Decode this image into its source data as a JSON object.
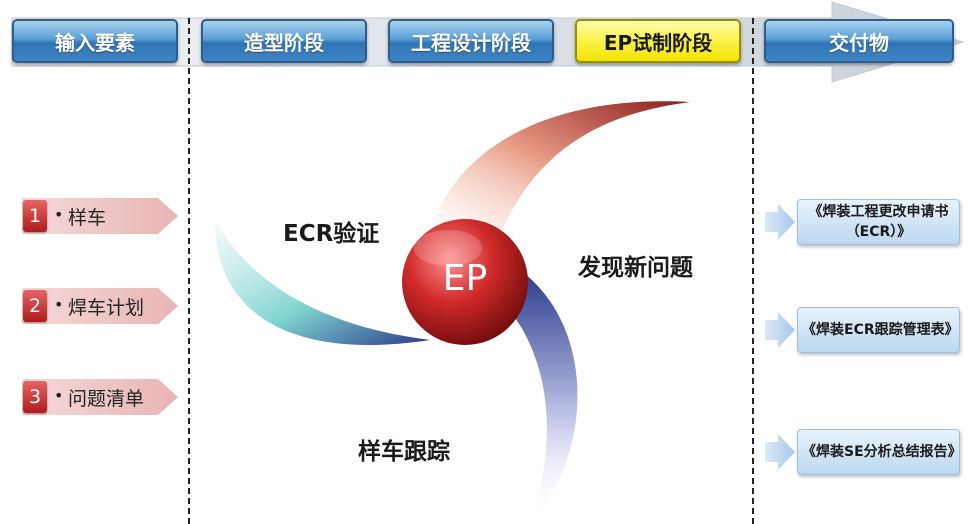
{
  "phases": [
    {
      "label": "输入要素",
      "color": "blue"
    },
    {
      "label": "造型阶段",
      "color": "blue"
    },
    {
      "label": "工程设计阶段",
      "color": "blue"
    },
    {
      "label": "EP试制阶段",
      "color": "yellow"
    },
    {
      "label": "交付物",
      "color": "blue"
    }
  ],
  "inputs": [
    {
      "num": "1",
      "label": "样车"
    },
    {
      "num": "2",
      "label": "焊车计划"
    },
    {
      "num": "3",
      "label": "问题清单"
    }
  ],
  "bullet": "•",
  "cycle": {
    "center": "EP",
    "steps": [
      "ECR验证",
      "发现新问题",
      "样车跟踪"
    ]
  },
  "deliverables": [
    "《焊装工程更改申请书（ECR）》",
    "《焊装ECR跟踪管理表》",
    "《焊装SE分析总结报告》"
  ],
  "colors": {
    "phase_blue": "#3e85c6",
    "phase_yellow": "#f7ec1c",
    "number_red": "#c0302c",
    "swirl_red": "#8b1c1c",
    "swirl_teal": "#7fd4d0",
    "swirl_navy": "#2a3a8c"
  }
}
